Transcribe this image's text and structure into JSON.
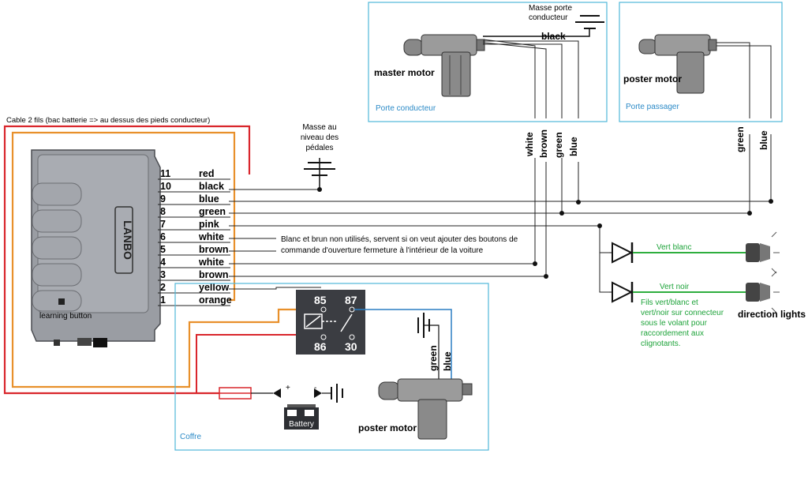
{
  "cable_label": "Cable 2 fils (bac batterie => au dessus des pieds conducteur)",
  "module": {
    "brand": "LANBO",
    "learning_button": "learning button",
    "pins": [
      {
        "num": "11",
        "color": "red"
      },
      {
        "num": "10",
        "color": "black"
      },
      {
        "num": "9",
        "color": "blue"
      },
      {
        "num": "8",
        "color": "green"
      },
      {
        "num": "7",
        "color": "pink"
      },
      {
        "num": "6",
        "color": "white"
      },
      {
        "num": "5",
        "color": "brown"
      },
      {
        "num": "4",
        "color": "white"
      },
      {
        "num": "3",
        "color": "brown"
      },
      {
        "num": "2",
        "color": "yellow"
      },
      {
        "num": "1",
        "color": "orange"
      }
    ]
  },
  "ground_pedal": [
    "Masse au",
    "niveau des",
    "pédales"
  ],
  "ground_driver_door": [
    "Masse porte",
    "conducteur"
  ],
  "unused_note": [
    "Blanc et brun non utilisés, servent si on veut ajouter des boutons de",
    "commande d'ouverture fermeture à l'intérieur de la voiture"
  ],
  "driver_door": {
    "title": "Porte conducteur",
    "motor_label": "master motor",
    "black_label": "black",
    "wires": [
      "white",
      "brown",
      "green",
      "blue"
    ]
  },
  "passenger_door": {
    "title": "Porte passager",
    "motor_label": "poster motor",
    "wires": [
      "green",
      "blue"
    ]
  },
  "trunk": {
    "title": "Coffre",
    "motor_label": "poster motor",
    "wires": [
      "green",
      "blue"
    ],
    "relay_pins": [
      "85",
      "87",
      "86",
      "30"
    ],
    "battery_label": "Battery",
    "plus": "+",
    "minus": "-"
  },
  "lights": {
    "vert_blanc": "Vert blanc",
    "vert_noir": "Vert noir",
    "label": "direction lights",
    "note": [
      "Fils vert/blanc et",
      "vert/noir sur connecteur",
      "sous le volant pour",
      "raccordement aux",
      "clignotants."
    ]
  },
  "colors": {
    "red_cable": "#d9262c",
    "orange_cable": "#e8902b",
    "box_border": "#4fb7d9",
    "box_label": "#2b8ac7",
    "green_wire": "#2eae3e",
    "relay_blue": "#2b7fc4"
  }
}
